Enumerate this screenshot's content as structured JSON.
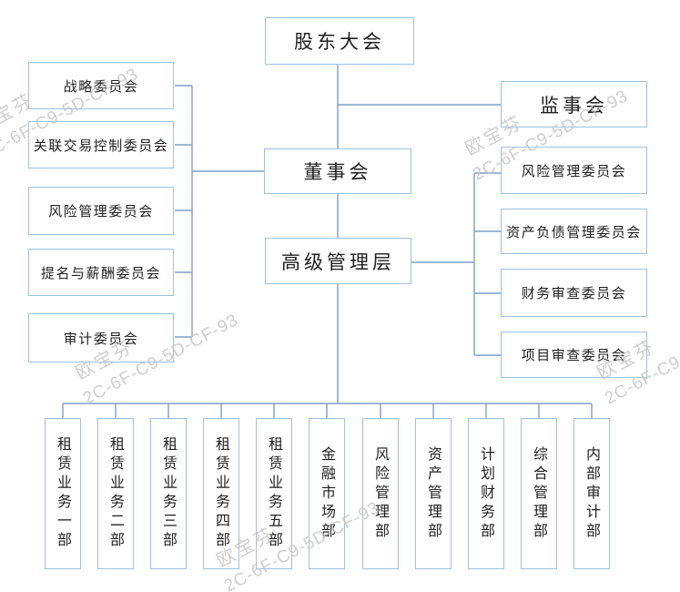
{
  "org": {
    "shareholders": "股东大会",
    "supervisory": "监事会",
    "board": "董事会",
    "senior_management": "高级管理层",
    "left_committees": [
      "战略委员会",
      "关联交易控制委员会",
      "风险管理委员会",
      "提名与薪酬委员会",
      "审计委员会"
    ],
    "right_committees": [
      "风险管理委员会",
      "资产负债管理委员会",
      "财务审查委员会",
      "项目审查委员会"
    ],
    "departments": [
      "租赁业务一部",
      "租赁业务二部",
      "租赁业务三部",
      "租赁业务四部",
      "租赁业务五部",
      "金融市场部",
      "风险管理部",
      "资产管理部",
      "计划财务部",
      "综合管理部",
      "内部审计部"
    ],
    "watermark": {
      "name": "欧宝芬",
      "code": "2C-6F-C9-5D-CF-93"
    },
    "colors": {
      "box_border": "#9cc2e4",
      "connector": "#7d9fc7",
      "text": "#1f1f1f",
      "watermark": "#c3c3c3"
    }
  }
}
